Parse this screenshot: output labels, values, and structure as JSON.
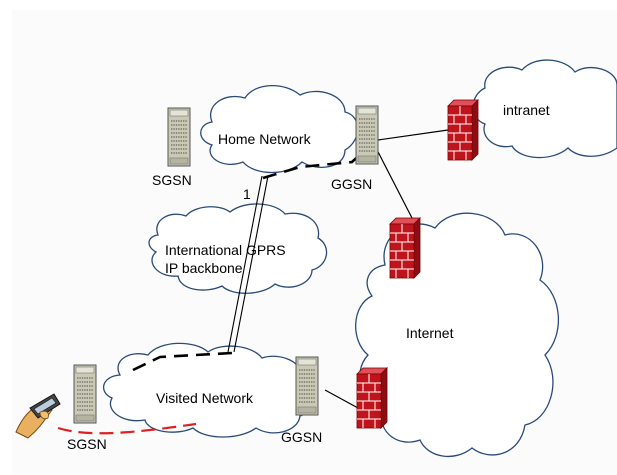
{
  "clouds": {
    "home": {
      "label": "Home Network"
    },
    "intranet": {
      "label": "intranet"
    },
    "backbone": {
      "label_line1": "International GPRS",
      "label_line2": "IP backbone"
    },
    "internet": {
      "label": "Internet"
    },
    "visited": {
      "label": "Visited Network"
    }
  },
  "nodes": {
    "home_sgsn": {
      "label": "SGSN"
    },
    "home_ggsn": {
      "label": "GGSN"
    },
    "visited_sgsn": {
      "label": "SGSN"
    },
    "visited_ggsn": {
      "label": "GGSN"
    }
  },
  "tunnel": {
    "label": "1"
  },
  "colors": {
    "cloud_fill": "#ffffff",
    "cloud_stroke": "#2a4a7a",
    "server_body": "#c9c9b4",
    "firewall_red": "#c0141c",
    "radio_link": "#e02020"
  }
}
